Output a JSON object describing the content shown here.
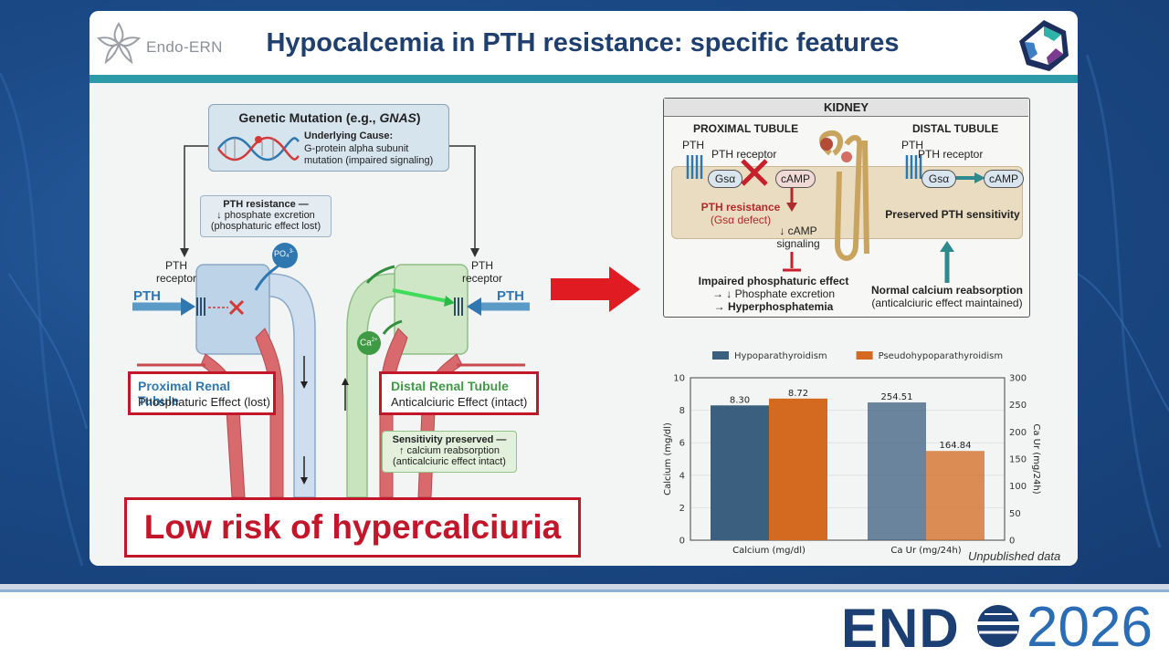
{
  "slide": {
    "logo_text": "Endo-ERN",
    "title": "Hypocalcemia in PTH resistance: specific features"
  },
  "diagram": {
    "mutation_title": "Genetic Mutation (e.g., ",
    "mutation_gene": "GNAS",
    "mutation_close": ")",
    "cause_label": "Underlying Cause:",
    "cause_line1": "G-protein alpha subunit",
    "cause_line2": "mutation (impaired signaling)",
    "pth_resistance_title": "PTH resistance —",
    "pth_resistance_line1": "↓ phosphate excretion",
    "pth_resistance_line2": "(phosphaturic effect lost)",
    "pth_receptor_left": "PTH\nreceptor",
    "pth_receptor_right": "PTH\nreceptor",
    "pth_left": "PTH",
    "pth_right": "PTH",
    "po4": "PO₄",
    "po4_sup": "3-",
    "ca": "Ca",
    "ca_sup": "2+",
    "proximal_title": "Proximal Renal Tubule",
    "proximal_sub": "Phosphaturic Effect (lost)",
    "distal_title": "Distal Renal Tubule",
    "distal_sub": "Anticalciuric Effect (intact)",
    "sensitivity_title": "Sensitivity preserved —",
    "sensitivity_line1": "↑ calcium reabsorption",
    "sensitivity_line2": "(anticalciuric effect intact)",
    "risk_text": "Low risk of hypercalciuria"
  },
  "kidney": {
    "title": "KIDNEY",
    "proximal_header": "PROXIMAL TUBULE",
    "distal_header": "DISTAL TUBULE",
    "pth": "PTH",
    "pth_receptor": "PTH receptor",
    "gsa": "Gsα",
    "camp": "cAMP",
    "pth_resistance": "PTH resistance",
    "gsa_defect": "(Gsα defect)",
    "down_camp": "↓ cAMP",
    "signaling": "signaling",
    "preserved": "Preserved PTH sensitivity",
    "impaired_line1": "Impaired phosphaturic effect",
    "impaired_line2": "→ ↓ Phosphate excretion",
    "impaired_line3": "→ Hyperphosphatemia",
    "normal_line1": "Normal calcium reabsorption",
    "normal_line2": "(anticalciuric effect maintained)"
  },
  "chart_data": {
    "type": "bar",
    "categories": [
      "Calcium (mg/dl)",
      "Ca Ur (mg/24h)"
    ],
    "series": [
      {
        "name": "Hypoparathyroidism",
        "values": [
          8.3,
          254.51
        ],
        "color": "#3b5f7f"
      },
      {
        "name": "Pseudohypoparathyroidism",
        "values": [
          8.72,
          164.84
        ],
        "color": "#d36a1f"
      }
    ],
    "value_labels": [
      "8.30",
      "8.72",
      "254.51",
      "164.84"
    ],
    "ylabel_left": "Calcium (mg/dl)",
    "ylabel_right": "Ca Ur (mg/24h)",
    "ylim_left": [
      0,
      10
    ],
    "ylim_right": [
      0,
      300
    ],
    "yticks_left": [
      "0",
      "2",
      "4",
      "6",
      "8",
      "10"
    ],
    "yticks_right": [
      "0",
      "50",
      "100",
      "150",
      "200",
      "250",
      "300"
    ],
    "legend_position": "top",
    "grid": true,
    "note": "Unpublished data"
  },
  "footer": {
    "brand": "END",
    "year": "2026"
  }
}
